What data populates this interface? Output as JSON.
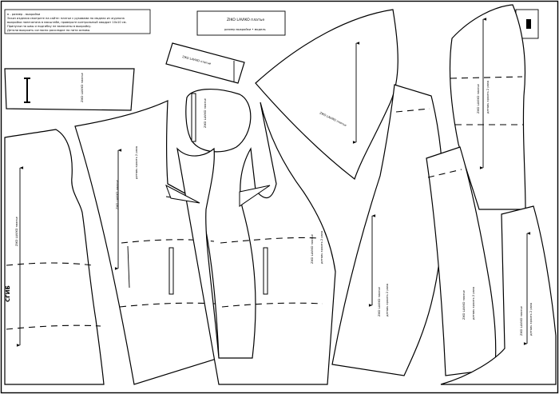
{
  "sheet": {
    "legend_lines": [
      "в - размер - выкройки",
      "Эскиз изделия смотрите на сайте: платье с рукавами по модели из журнала",
      "выкройка напечатана в масштабе, проверьте контрольный квадрат 10х10 см.",
      "Припуски на швы и подгибку не включены в выкройку.",
      "Детали выкроить согласно раскладке по нити основы"
    ],
    "title_block": {
      "line1": "ZIKO LAVIKO платье",
      "line2": "размер выкройки • модель"
    },
    "fold_label": "СГИБ",
    "piece_label": "ZIKO LAVIKO платье",
    "piece_sub": "деталь кроить 2 раза"
  },
  "colors": {
    "outline": "#000000",
    "paper": "#ffffff"
  }
}
